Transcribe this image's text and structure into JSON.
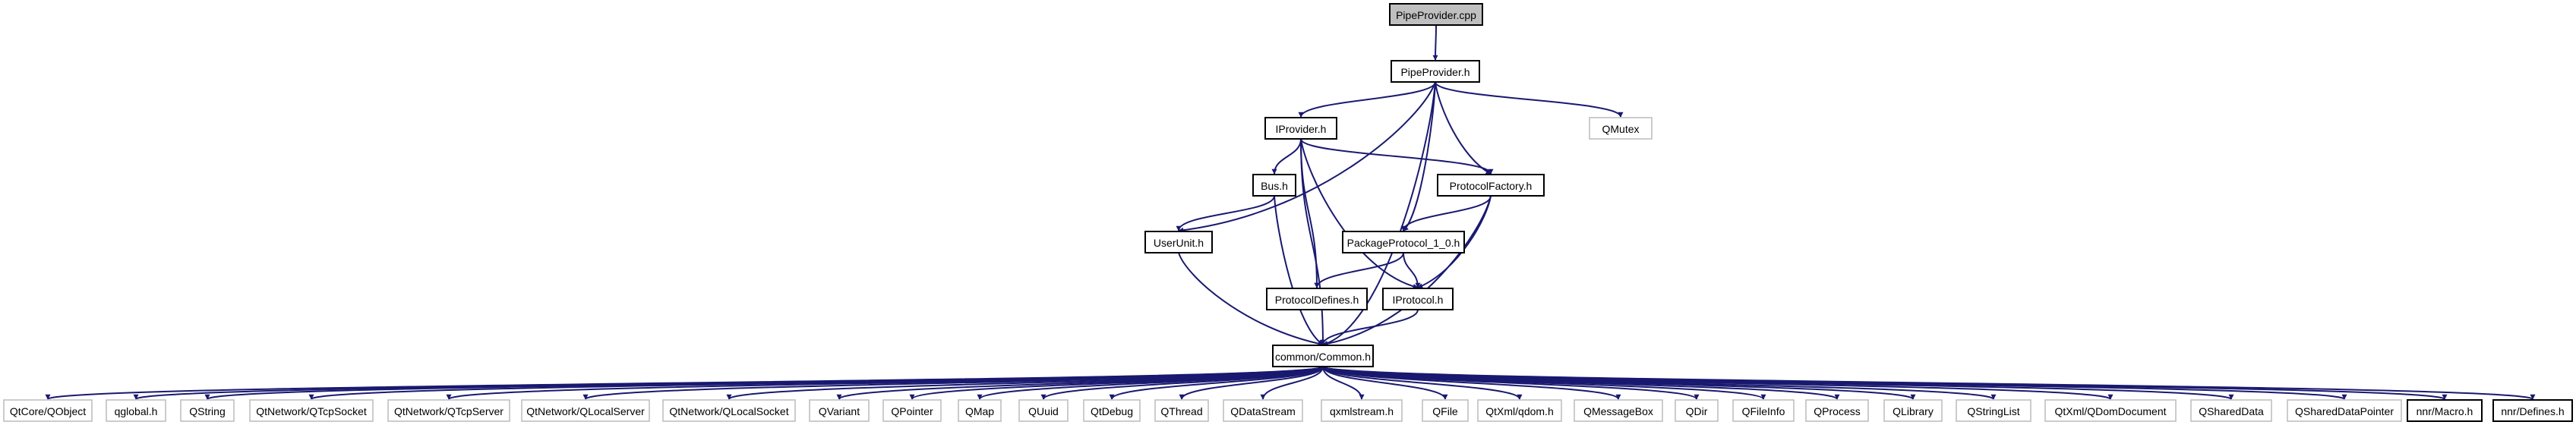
{
  "colors": {
    "edge": "#191970",
    "node_border": "#000000",
    "external_border": "#bfbfbf",
    "root_fill": "#bfbfbf",
    "node_fill": "#ffffff"
  },
  "nodes": [
    {
      "id": "root",
      "label": "PipeProvider.cpp",
      "kind": "root"
    },
    {
      "id": "pipeprovider_h",
      "label": "PipeProvider.h",
      "kind": "internal"
    },
    {
      "id": "iprovider_h",
      "label": "IProvider.h",
      "kind": "internal"
    },
    {
      "id": "qmutex",
      "label": "QMutex",
      "kind": "external"
    },
    {
      "id": "bus_h",
      "label": "Bus.h",
      "kind": "internal"
    },
    {
      "id": "protocolfactory_h",
      "label": "ProtocolFactory.h",
      "kind": "internal"
    },
    {
      "id": "userunit_h",
      "label": "UserUnit.h",
      "kind": "internal"
    },
    {
      "id": "packageprotocol_h",
      "label": "PackageProtocol_1_0.h",
      "kind": "internal"
    },
    {
      "id": "protocoldefines_h",
      "label": "ProtocolDefines.h",
      "kind": "internal"
    },
    {
      "id": "iprotocol_h",
      "label": "IProtocol.h",
      "kind": "internal"
    },
    {
      "id": "common_h",
      "label": "common/Common.h",
      "kind": "internal"
    },
    {
      "id": "qtcore_qobject",
      "label": "QtCore/QObject",
      "kind": "external"
    },
    {
      "id": "qglobal_h",
      "label": "qglobal.h",
      "kind": "external"
    },
    {
      "id": "qstring",
      "label": "QString",
      "kind": "external"
    },
    {
      "id": "qtcpsocket",
      "label": "QtNetwork/QTcpSocket",
      "kind": "external"
    },
    {
      "id": "qtcpserver",
      "label": "QtNetwork/QTcpServer",
      "kind": "external"
    },
    {
      "id": "qlocalserver",
      "label": "QtNetwork/QLocalServer",
      "kind": "external"
    },
    {
      "id": "qlocalsocket",
      "label": "QtNetwork/QLocalSocket",
      "kind": "external"
    },
    {
      "id": "qvariant",
      "label": "QVariant",
      "kind": "external"
    },
    {
      "id": "qpointer",
      "label": "QPointer",
      "kind": "external"
    },
    {
      "id": "qmap",
      "label": "QMap",
      "kind": "external"
    },
    {
      "id": "quuid",
      "label": "QUuid",
      "kind": "external"
    },
    {
      "id": "qtdebug",
      "label": "QtDebug",
      "kind": "external"
    },
    {
      "id": "qthread",
      "label": "QThread",
      "kind": "external"
    },
    {
      "id": "qdatastream",
      "label": "QDataStream",
      "kind": "external"
    },
    {
      "id": "qxmlstream_h",
      "label": "qxmlstream.h",
      "kind": "external"
    },
    {
      "id": "qfile",
      "label": "QFile",
      "kind": "external"
    },
    {
      "id": "qdom_h",
      "label": "QtXml/qdom.h",
      "kind": "external"
    },
    {
      "id": "qmessagebox",
      "label": "QMessageBox",
      "kind": "external"
    },
    {
      "id": "qdir",
      "label": "QDir",
      "kind": "external"
    },
    {
      "id": "qfileinfo",
      "label": "QFileInfo",
      "kind": "external"
    },
    {
      "id": "qprocess",
      "label": "QProcess",
      "kind": "external"
    },
    {
      "id": "qlibrary",
      "label": "QLibrary",
      "kind": "external"
    },
    {
      "id": "qstringlist",
      "label": "QStringList",
      "kind": "external"
    },
    {
      "id": "qdomdocument",
      "label": "QtXml/QDomDocument",
      "kind": "external"
    },
    {
      "id": "qshareddata",
      "label": "QSharedData",
      "kind": "external"
    },
    {
      "id": "qshareddatapointer",
      "label": "QSharedDataPointer",
      "kind": "external"
    },
    {
      "id": "nnr_macro_h",
      "label": "nnr/Macro.h",
      "kind": "internal"
    },
    {
      "id": "nnr_defines_h",
      "label": "nnr/Defines.h",
      "kind": "internal"
    }
  ],
  "edges": [
    [
      "root",
      "pipeprovider_h"
    ],
    [
      "pipeprovider_h",
      "iprovider_h"
    ],
    [
      "pipeprovider_h",
      "qmutex"
    ],
    [
      "pipeprovider_h",
      "userunit_h"
    ],
    [
      "pipeprovider_h",
      "protocolfactory_h"
    ],
    [
      "pipeprovider_h",
      "packageprotocol_h"
    ],
    [
      "pipeprovider_h",
      "common_h"
    ],
    [
      "iprovider_h",
      "bus_h"
    ],
    [
      "iprovider_h",
      "protocolfactory_h"
    ],
    [
      "iprovider_h",
      "protocoldefines_h"
    ],
    [
      "iprovider_h",
      "iprotocol_h"
    ],
    [
      "iprovider_h",
      "common_h"
    ],
    [
      "bus_h",
      "userunit_h"
    ],
    [
      "bus_h",
      "common_h"
    ],
    [
      "protocolfactory_h",
      "packageprotocol_h"
    ],
    [
      "protocolfactory_h",
      "iprotocol_h"
    ],
    [
      "protocolfactory_h",
      "common_h"
    ],
    [
      "userunit_h",
      "common_h"
    ],
    [
      "packageprotocol_h",
      "protocoldefines_h"
    ],
    [
      "packageprotocol_h",
      "iprotocol_h"
    ],
    [
      "iprotocol_h",
      "common_h"
    ],
    [
      "common_h",
      "qtcore_qobject"
    ],
    [
      "common_h",
      "qglobal_h"
    ],
    [
      "common_h",
      "qstring"
    ],
    [
      "common_h",
      "qtcpsocket"
    ],
    [
      "common_h",
      "qtcpserver"
    ],
    [
      "common_h",
      "qlocalserver"
    ],
    [
      "common_h",
      "qlocalsocket"
    ],
    [
      "common_h",
      "qvariant"
    ],
    [
      "common_h",
      "qpointer"
    ],
    [
      "common_h",
      "qmap"
    ],
    [
      "common_h",
      "quuid"
    ],
    [
      "common_h",
      "qtdebug"
    ],
    [
      "common_h",
      "qthread"
    ],
    [
      "common_h",
      "qdatastream"
    ],
    [
      "common_h",
      "qxmlstream_h"
    ],
    [
      "common_h",
      "qfile"
    ],
    [
      "common_h",
      "qdom_h"
    ],
    [
      "common_h",
      "qmessagebox"
    ],
    [
      "common_h",
      "qdir"
    ],
    [
      "common_h",
      "qfileinfo"
    ],
    [
      "common_h",
      "qprocess"
    ],
    [
      "common_h",
      "qlibrary"
    ],
    [
      "common_h",
      "qstringlist"
    ],
    [
      "common_h",
      "qdomdocument"
    ],
    [
      "common_h",
      "qshareddata"
    ],
    [
      "common_h",
      "qshareddatapointer"
    ],
    [
      "common_h",
      "nnr_macro_h"
    ],
    [
      "common_h",
      "nnr_defines_h"
    ]
  ]
}
